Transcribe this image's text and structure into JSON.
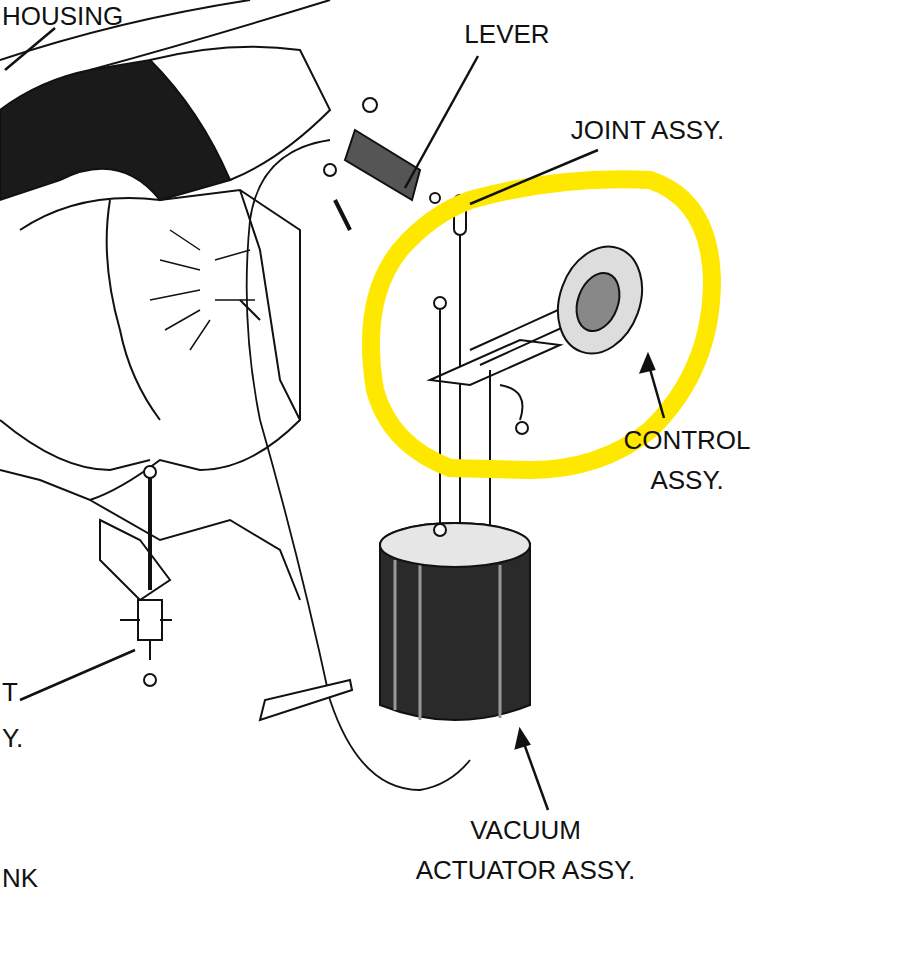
{
  "diagram": {
    "labels": [
      "HOUSING",
      "LEVER",
      "JOINT ASSY.",
      "CONTROL ASSY.",
      "T",
      "Y.",
      "VACUUM ACTUATOR ASSY.",
      "NK"
    ]
  }
}
